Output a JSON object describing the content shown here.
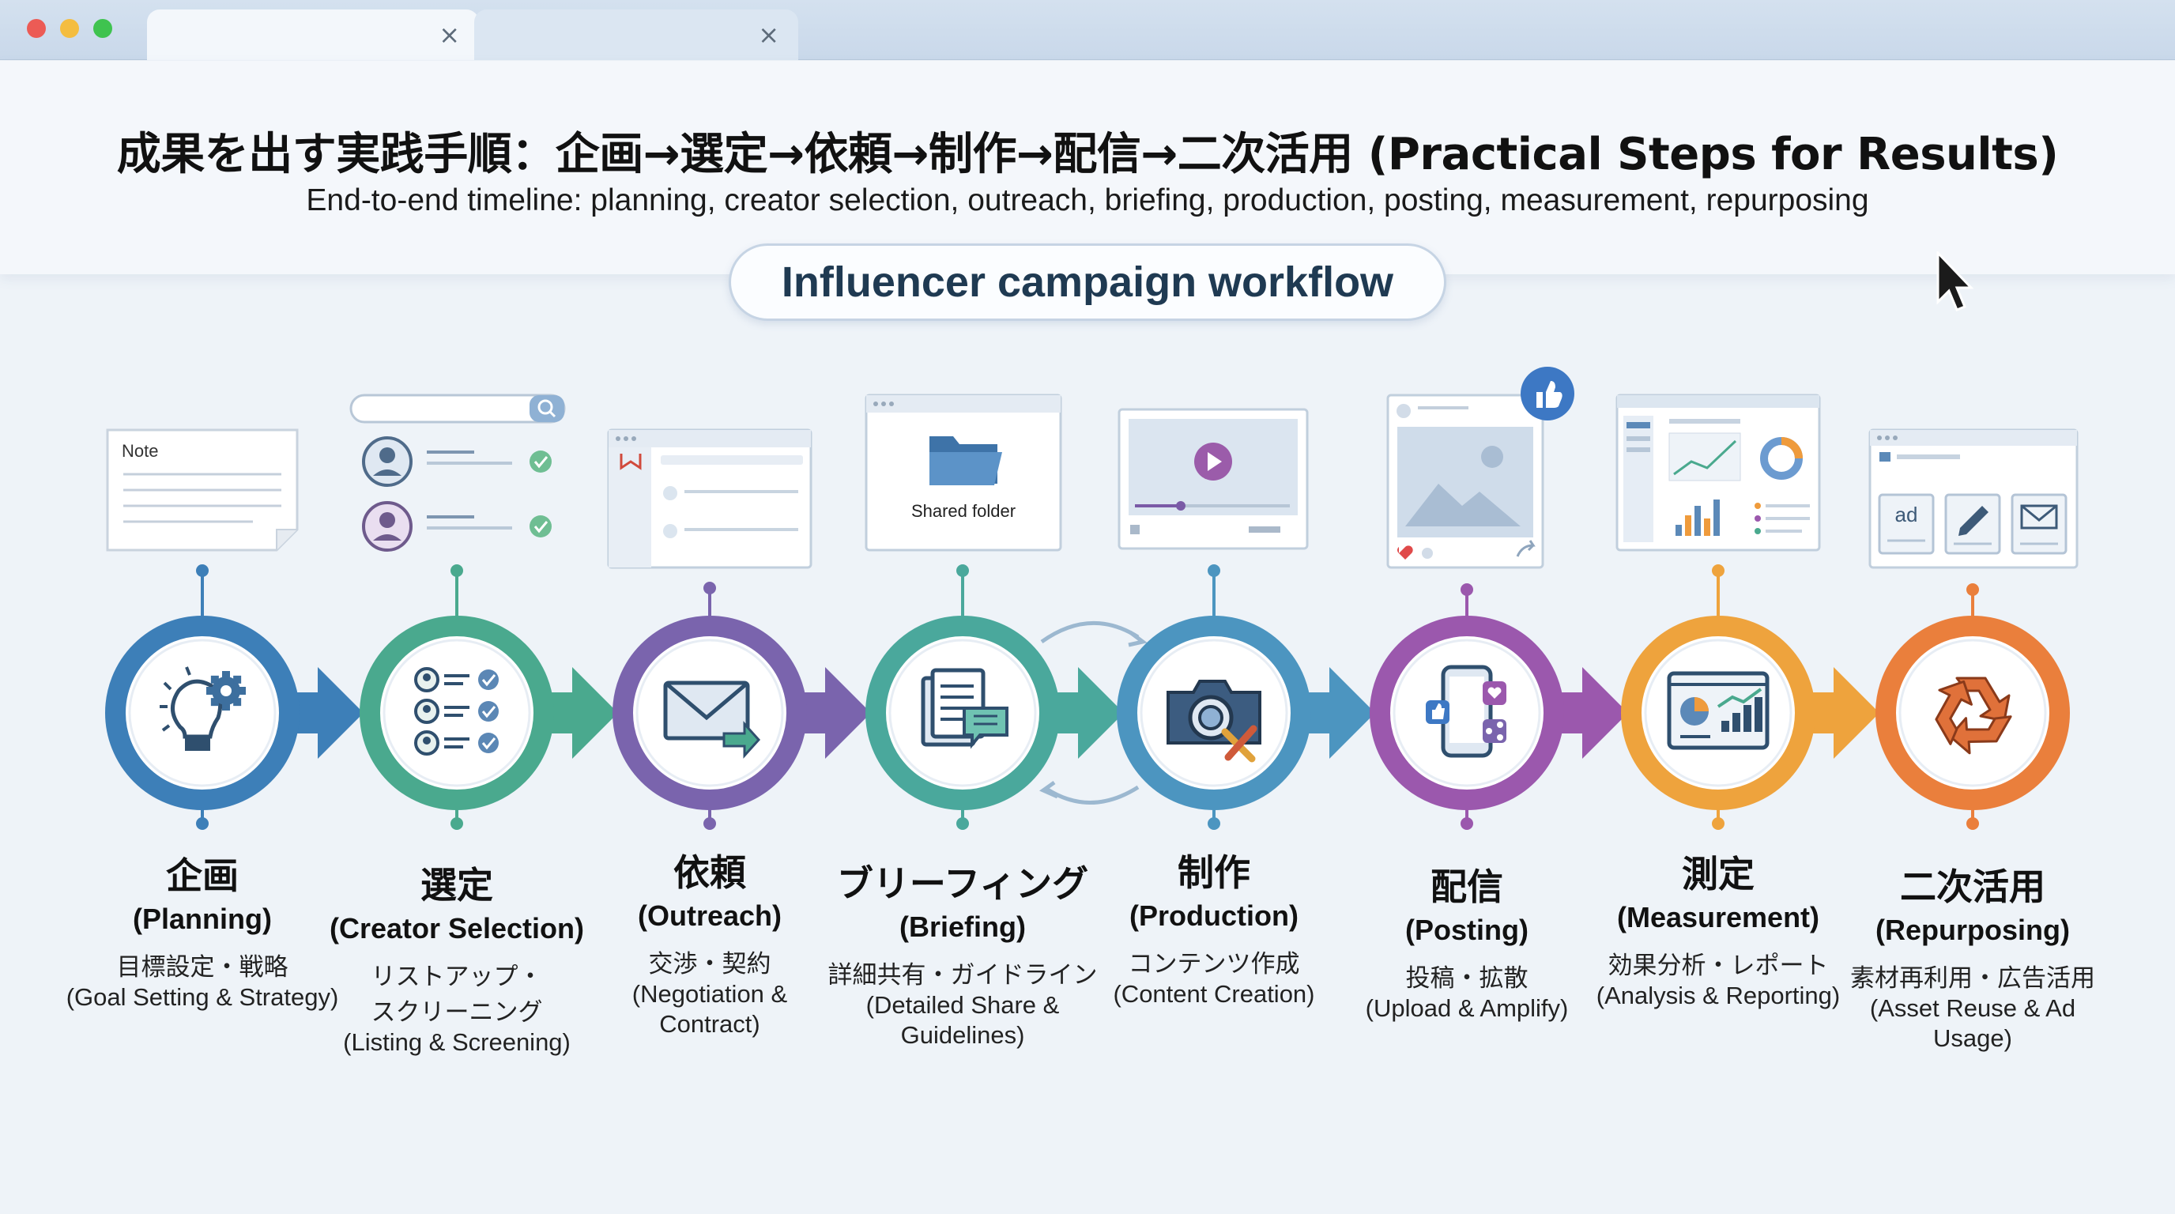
{
  "window": {
    "traffic_lights": [
      "#ec5b55",
      "#f4bd40",
      "#3fc34f"
    ],
    "tabs": [
      {
        "close_icon": "×"
      },
      {
        "close_icon": "×"
      }
    ]
  },
  "header": {
    "title": "成果を出す実践手順：企画→選定→依頼→制作→配信→二次活用 (Practical Steps for Results)",
    "subtitle": "End-to-end timeline: planning, creator selection, outreach, briefing, production, posting, measurement, repurposing",
    "badge": "Influencer campaign workflow"
  },
  "cards": {
    "note_label": "Note",
    "folder_label": "Shared folder",
    "ad_label": "ad"
  },
  "steps": [
    {
      "jp": "企画",
      "en": "(Planning)",
      "desc_jp": "目標設定・戦略",
      "desc_en": "(Goal Setting & Strategy)",
      "color": "#3d7fb8",
      "icon": "lightbulb-gear-icon"
    },
    {
      "jp": "選定",
      "en": "(Creator Selection)",
      "desc_jp": "リストアップ・\nスクリーニング",
      "desc_en": "(Listing & Screening)",
      "color": "#4aa98e",
      "icon": "creator-list-icon"
    },
    {
      "jp": "依頼",
      "en": "(Outreach)",
      "desc_jp": "交渉・契約",
      "desc_en": "(Negotiation &\nContract)",
      "color": "#7a64ad",
      "icon": "envelope-send-icon"
    },
    {
      "jp": "ブリーフィング",
      "en": "(Briefing)",
      "desc_jp": "詳細共有・ガイドライン",
      "desc_en": "(Detailed Share &\nGuidelines)",
      "color": "#4aa89c",
      "icon": "document-chat-icon"
    },
    {
      "jp": "制作",
      "en": "(Production)",
      "desc_jp": "コンテンツ作成",
      "desc_en": "(Content Creation)",
      "color": "#4c95c0",
      "icon": "camera-tools-icon"
    },
    {
      "jp": "配信",
      "en": "(Posting)",
      "desc_jp": "投稿・拡散",
      "desc_en": "(Upload & Amplify)",
      "color": "#9b58ad",
      "icon": "phone-social-icon"
    },
    {
      "jp": "測定",
      "en": "(Measurement)",
      "desc_jp": "効果分析・レポート",
      "desc_en": "(Analysis & Reporting)",
      "color": "#eea33d",
      "icon": "dashboard-chart-icon"
    },
    {
      "jp": "二次活用",
      "en": "(Repurposing)",
      "desc_jp": "素材再利用・広告活用",
      "desc_en": "(Asset Reuse & Ad Usage)",
      "color": "#ea7f3c",
      "icon": "recycle-icon"
    }
  ]
}
